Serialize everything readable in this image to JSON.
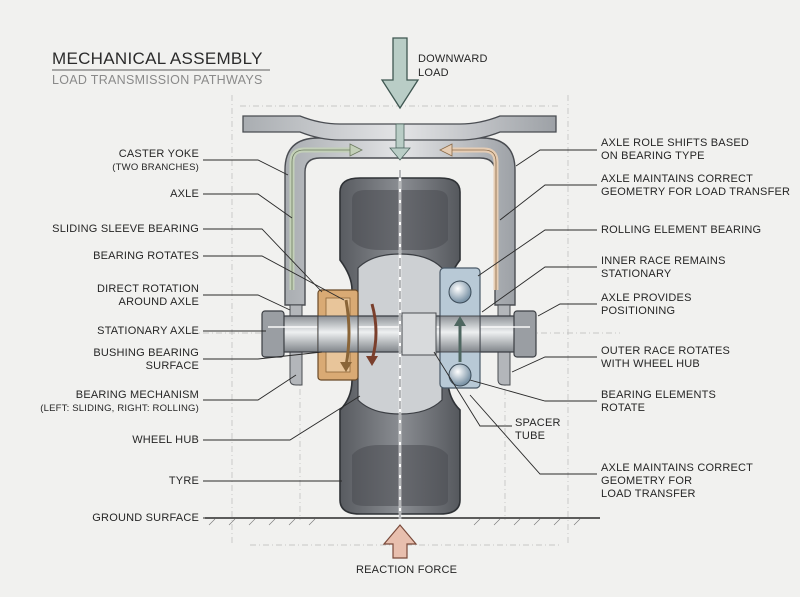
{
  "header": {
    "title": "MECHANICAL ASSEMBLY",
    "subtitle": "LOAD TRANSMISSION PATHWAYS"
  },
  "top_label": {
    "line1": "DOWNWARD",
    "line2": "LOAD"
  },
  "bottom_label": "REACTION FORCE",
  "left_labels": {
    "caster_yoke": {
      "line1": "CASTER YOKE",
      "line2": "(TWO BRANCHES)"
    },
    "axle": "AXLE",
    "sliding_sleeve": "SLIDING SLEEVE BEARING",
    "bearing_rotates": "BEARING ROTATES",
    "direct_rotation": {
      "line1": "DIRECT ROTATION",
      "line2": "AROUND AXLE"
    },
    "stationary_axle": "STATIONARY AXLE",
    "bushing_surface": {
      "line1": "BUSHING BEARING",
      "line2": "SURFACE"
    },
    "bearing_mechanism": {
      "line1": "BEARING MECHANISM",
      "line2": "(LEFT: SLIDING, RIGHT: ROLLING)"
    },
    "wheel_hub": "WHEEL HUB",
    "tyre": "TYRE",
    "ground_surface": "GROUND SURFACE"
  },
  "right_labels": {
    "axle_role": {
      "line1": "AXLE ROLE SHIFTS BASED",
      "line2": "ON BEARING TYPE"
    },
    "axle_geometry_top": {
      "line1": "AXLE MAINTAINS CORRECT",
      "line2": "GEOMETRY FOR LOAD TRANSFER"
    },
    "rolling_element": "ROLLING ELEMENT BEARING",
    "inner_race": {
      "line1": "INNER RACE REMAINS",
      "line2": "STATIONARY"
    },
    "axle_positioning": {
      "line1": "AXLE PROVIDES",
      "line2": "POSITIONING"
    },
    "outer_race": {
      "line1": "OUTER RACE ROTATES",
      "line2": "WITH WHEEL HUB"
    },
    "bearing_elements": {
      "line1": "BEARING ELEMENTS",
      "line2": "ROTATE"
    },
    "spacer_tube": {
      "line1": "SPACER",
      "line2": "TUBE"
    },
    "axle_geometry_bottom": {
      "line1": "AXLE MAINTAINS CORRECT",
      "line2": "GEOMETRY FOR",
      "line3": "LOAD TRANSFER"
    }
  },
  "colors": {
    "background": "#f1f1ef",
    "metal": "#c4c6c9",
    "metal_dark": "#7f8388",
    "tyre": "#6b6e72",
    "arrow_load": "#b9cdc6",
    "arrow_reaction": "#e8bfae",
    "path_left": "#c3d0b8",
    "path_right": "#e6cdb4",
    "sleeve": "#d9aa74",
    "bearing_blue": "#b8c9d6"
  }
}
